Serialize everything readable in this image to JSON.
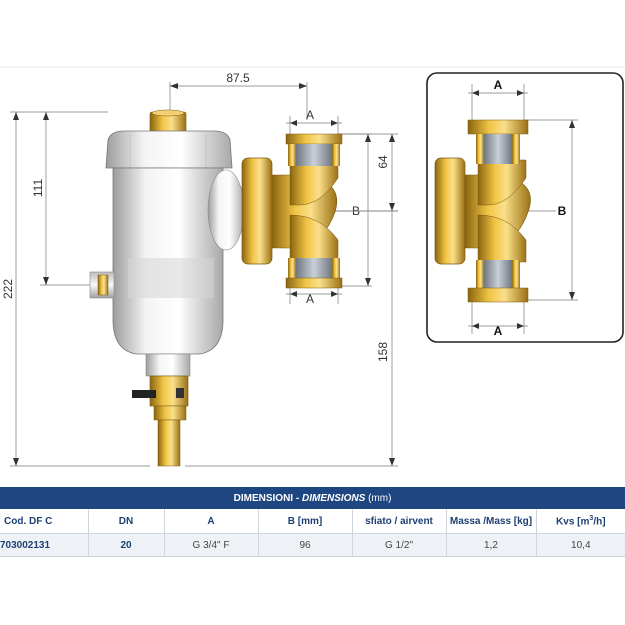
{
  "dimensions": {
    "width_875": "87.5",
    "a_top": "A",
    "a_bottom": "A",
    "b_main": "B",
    "h_64": "64",
    "h_111": "111",
    "h_222": "222",
    "h_158": "158",
    "inset_a_top": "A",
    "inset_a_bottom": "A",
    "inset_b": "B"
  },
  "table": {
    "title_prefix": "DIMENSIONI - ",
    "title_italic": "DIMENSIONS",
    "title_suffix": " (mm)",
    "headers": [
      "Cod. DF C",
      "DN",
      "A",
      "B [mm]",
      "sfiato / airvent",
      "Massa /Mass [kg]",
      "Kvs [m",
      "3",
      "/h]"
    ],
    "row": [
      "703002131",
      "20",
      "G 3/4\" F",
      "96",
      "G 1/2\"",
      "1,2",
      "10,4"
    ]
  },
  "colors": {
    "table_header_bg": "#1e4680",
    "brass": "#d9a520",
    "steel": "#e4e4e4"
  }
}
